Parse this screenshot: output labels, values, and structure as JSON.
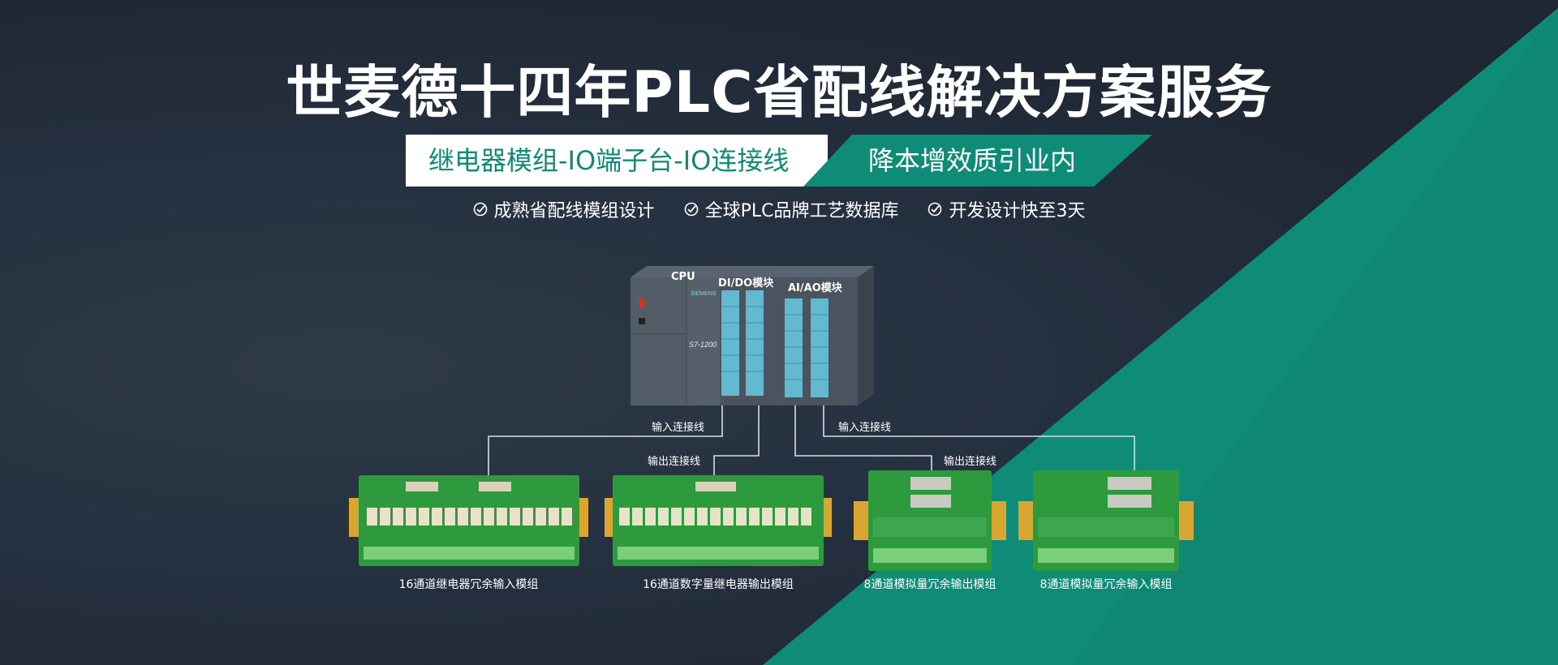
{
  "headline": "世麦德十四年PLC省配线解决方案服务",
  "tagline": {
    "left": "继电器模组-IO端子台-IO连接线",
    "right": "降本增效质引业内"
  },
  "features": [
    {
      "icon": "check-circle-icon",
      "text": "成熟省配线模组设计"
    },
    {
      "icon": "check-circle-icon",
      "text": "全球PLC品牌工艺数据库"
    },
    {
      "icon": "check-circle-icon",
      "text": "开发设计快至3天"
    }
  ],
  "plc": {
    "labels": [
      "CPU",
      "DI/DO模块",
      "AI/AO模块"
    ],
    "brand": "SIEMENS",
    "model": "S7-1200"
  },
  "connection_labels": [
    "输入连接线",
    "输出连接线",
    "输入连接线",
    "输出连接线"
  ],
  "modules": [
    {
      "caption": "16通道继电器冗余输入模组"
    },
    {
      "caption": "16通道数字量继电器输出模组"
    },
    {
      "caption": "8通道模拟量冗余输出模组"
    },
    {
      "caption": "8通道模拟量冗余输入模组"
    }
  ],
  "colors": {
    "teal": "#0f8c77",
    "background": "#212a36",
    "board_green": "#2e9a3e"
  }
}
